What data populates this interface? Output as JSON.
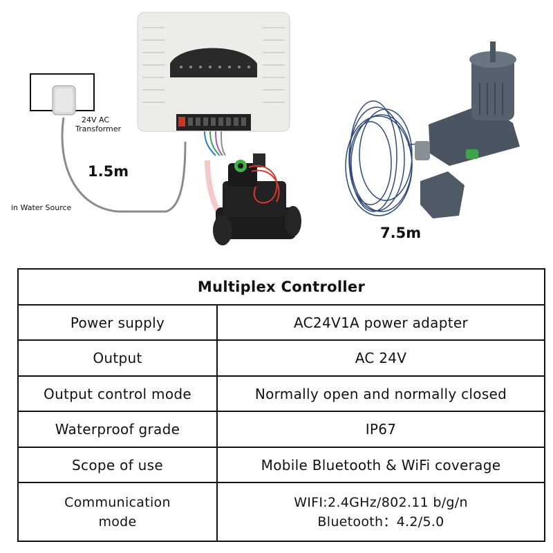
{
  "diagram": {
    "transformer_label_line1": "24V AC",
    "transformer_label_line2": "Transformer",
    "water_source_label": "in Water Source",
    "cable_length_controller": "1.5m",
    "cable_length_sensor": "7.5m",
    "images": [
      "controller-box",
      "power-adapter-icon",
      "solenoid-valve",
      "rain-sensor-with-cable"
    ]
  },
  "table": {
    "title": "Multiplex Controller",
    "rows": [
      {
        "label": "Power supply",
        "value": "AC24V1A power adapter"
      },
      {
        "label": "Output",
        "value": "AC 24V"
      },
      {
        "label": "Output control mode",
        "value": "Normally open and normally closed"
      },
      {
        "label": "Waterproof grade",
        "value": "IP67"
      },
      {
        "label": "Scope of use",
        "value": "Mobile Bluetooth & WiFi coverage"
      }
    ],
    "comm_label_line1": "Communication",
    "comm_label_line2": "mode",
    "comm_value_line1": "WIFI:2.4GHz/802.11 b/g/n",
    "comm_value_line2": "Bluetooth：4.2/5.0"
  }
}
